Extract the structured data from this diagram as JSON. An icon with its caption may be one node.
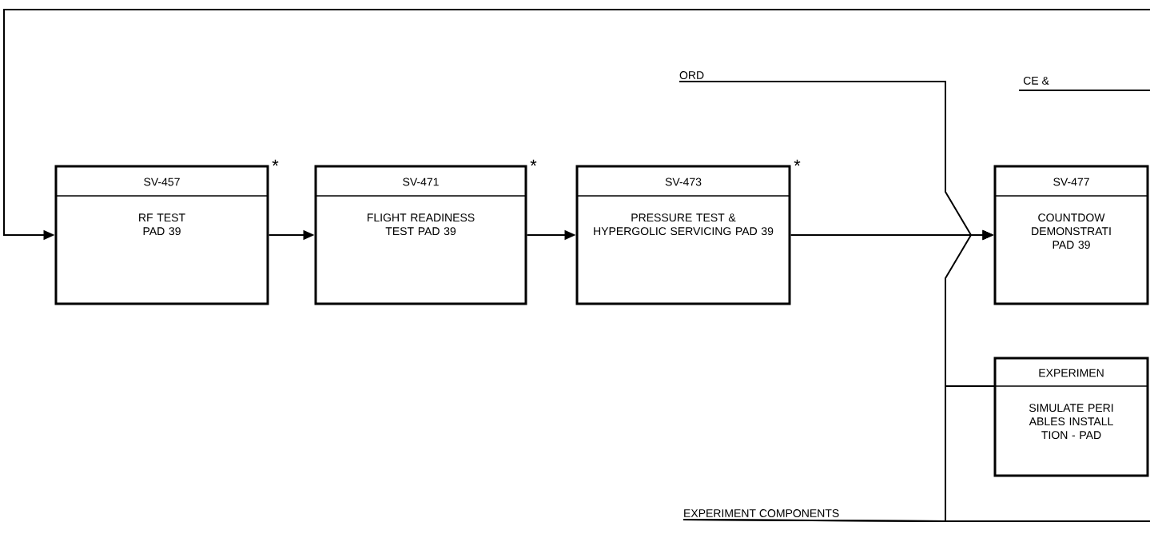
{
  "diagram": {
    "nodes": [
      {
        "text": [
          "SV-457",
          "RF TEST PAD 39"
        ],
        "beside": [
          "*"
        ]
      },
      {
        "text": [
          "SV-471",
          "FLIGHT READINESS TEST PAD 39"
        ],
        "beside": [
          "*"
        ]
      },
      {
        "text": [
          "SV-473",
          "PRESSURE TEST & HYPERGOLIC SERVICING PAD 39"
        ],
        "beside": [
          "*"
        ]
      },
      {
        "text": [
          "SV-477",
          "COUNTDOW DEMONSTRATI PAD 39"
        ]
      },
      {
        "text": [
          "EXPERIMEN",
          "SIMULATE PERI ABLES INSTALL TION - PAD"
        ]
      },
      {
        "text": [
          "ORD"
        ]
      },
      {
        "text": [
          "EXPERIMENT COMPONENTS"
        ]
      }
    ],
    "edges": [
      {
        "from": null,
        "to": 0,
        "arrow": "to"
      },
      {
        "from": 0,
        "to": 1,
        "arrow": "to"
      },
      {
        "from": 1,
        "to": 2,
        "arrow": "to"
      },
      {
        "from": 2,
        "to": 3,
        "arrow": "to"
      },
      {
        "from": 5,
        "to": 3,
        "arrow": "to"
      },
      {
        "from": 6,
        "to": 3,
        "arrow": "to"
      },
      {
        "from": 6,
        "to": 4,
        "arrow": "none"
      }
    ],
    "labels": [
      "CE &"
    ]
  }
}
